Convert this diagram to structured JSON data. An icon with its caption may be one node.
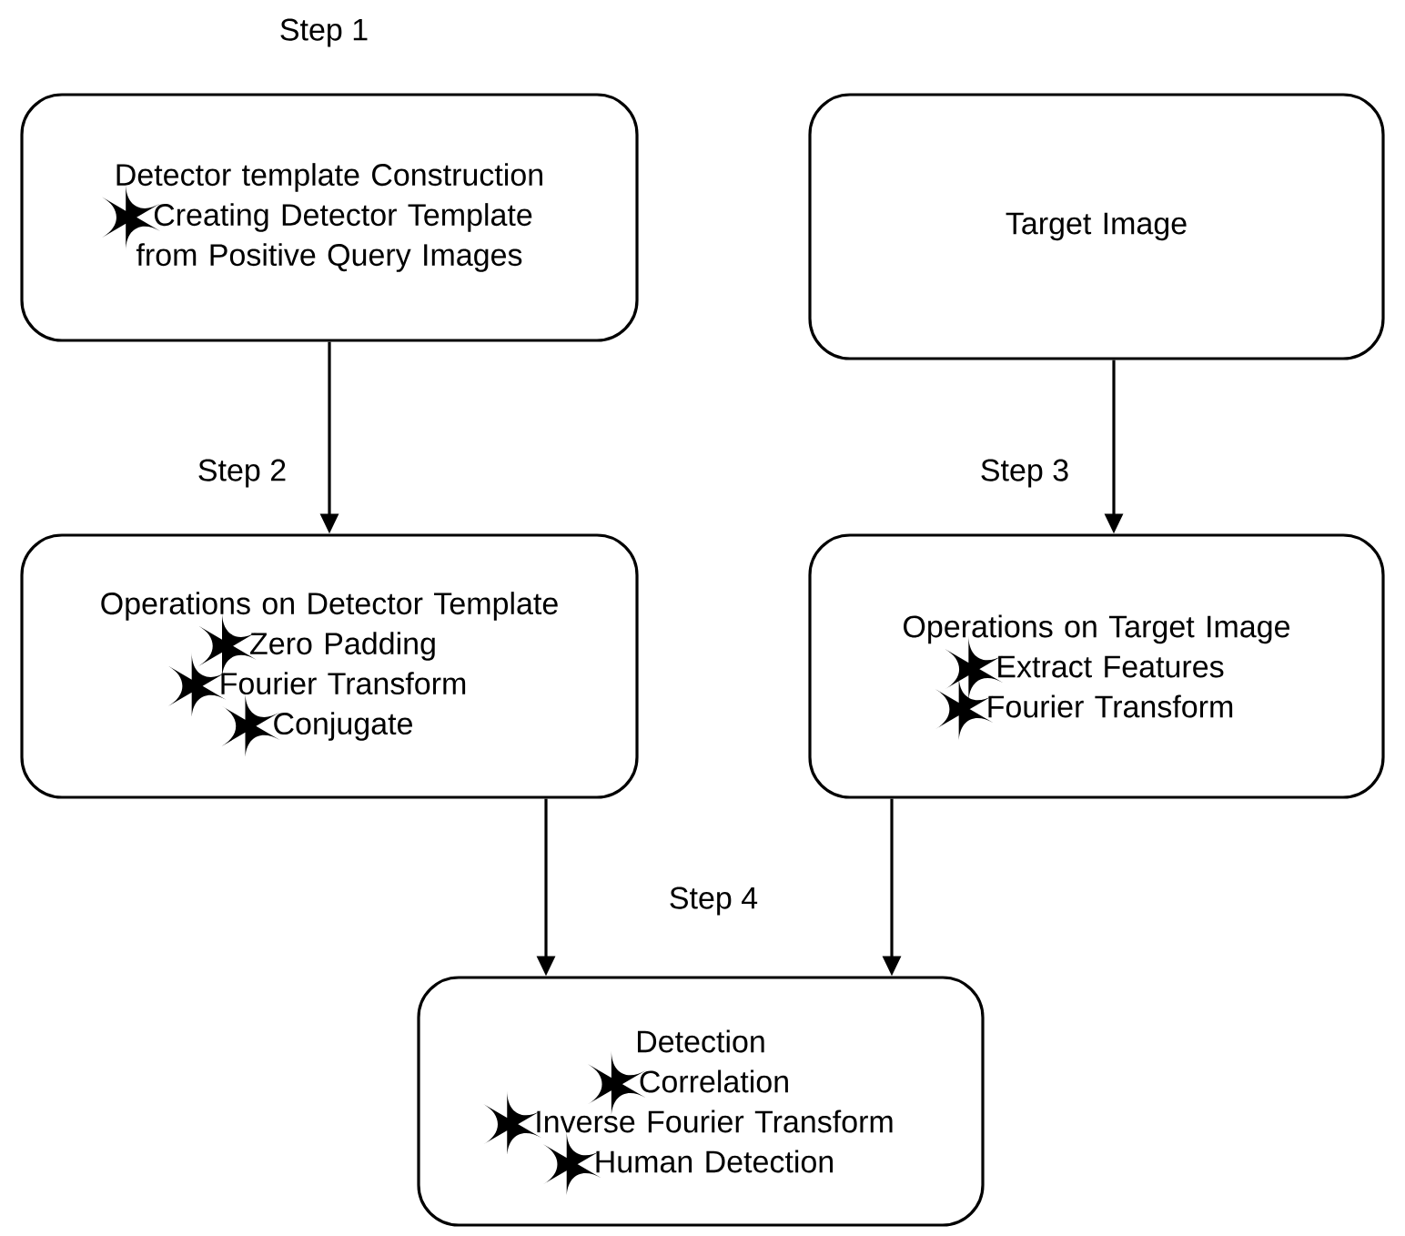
{
  "diagram": {
    "nodes": [
      {
        "text": [
          "Detector template Construction",
          "Creating Detector Template from Positive Query Images"
        ]
      },
      {
        "text": [
          "Target Image"
        ]
      },
      {
        "text": [
          "Operations on Detector Template",
          "Zero Padding",
          "Fourier Transform",
          "Conjugate"
        ]
      },
      {
        "text": [
          "Operations on Target Image",
          "Extract Features",
          "Fourier Transform"
        ]
      },
      {
        "text": [
          "Detection",
          "Correlation",
          "Inverse Fourier Transform",
          "Human Detection"
        ]
      }
    ],
    "edges": [
      {
        "from": 0,
        "to": 2,
        "arrow": "to",
        "label": "Step 2"
      },
      {
        "from": 1,
        "to": 3,
        "arrow": "to",
        "label": "Step 3"
      },
      {
        "from": 2,
        "to": 4,
        "arrow": "to"
      },
      {
        "from": 3,
        "to": 4,
        "arrow": "to"
      }
    ],
    "labels": [
      "Step 1",
      "Step 4"
    ]
  }
}
